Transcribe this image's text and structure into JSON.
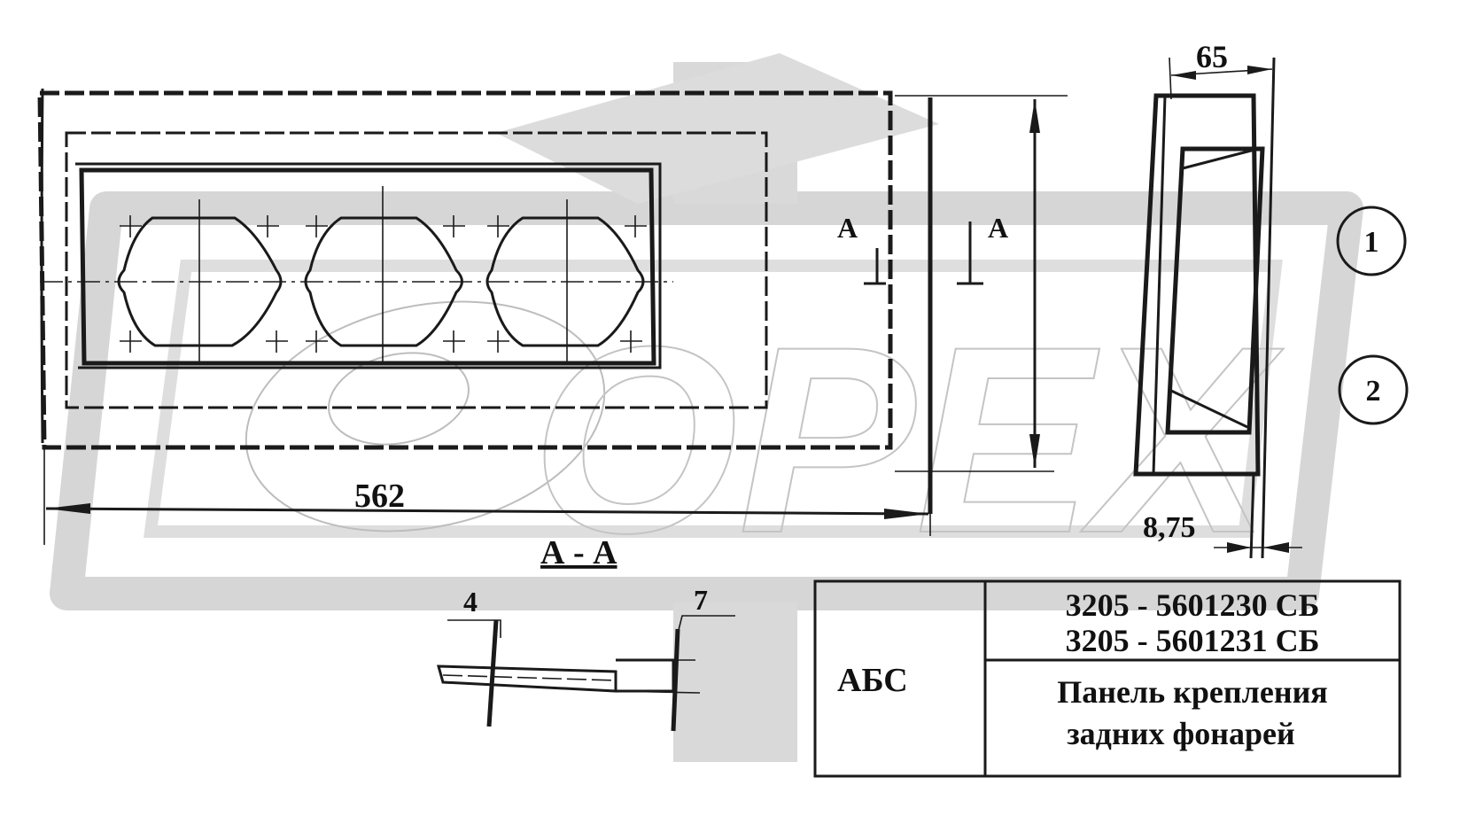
{
  "dimensions": {
    "width_label": "562",
    "depth_label": "65",
    "thickness_label": "8,75"
  },
  "section": {
    "view_marker": "А",
    "title": "А - А",
    "callout_left": "4",
    "callout_right": "7"
  },
  "callouts": {
    "one": "1",
    "two": "2"
  },
  "title_block": {
    "code": "АБС",
    "part_number_1": "3205 - 5601230 СБ",
    "part_number_2": "3205 - 5601231 СБ",
    "name_line_1": "Панель крепления",
    "name_line_2": "задних фонарей"
  },
  "watermark": {
    "text": "ОРЕХ"
  },
  "colors": {
    "ink": "#1a1a1a",
    "watermark": "#d6d6d6",
    "background": "#ffffff"
  }
}
